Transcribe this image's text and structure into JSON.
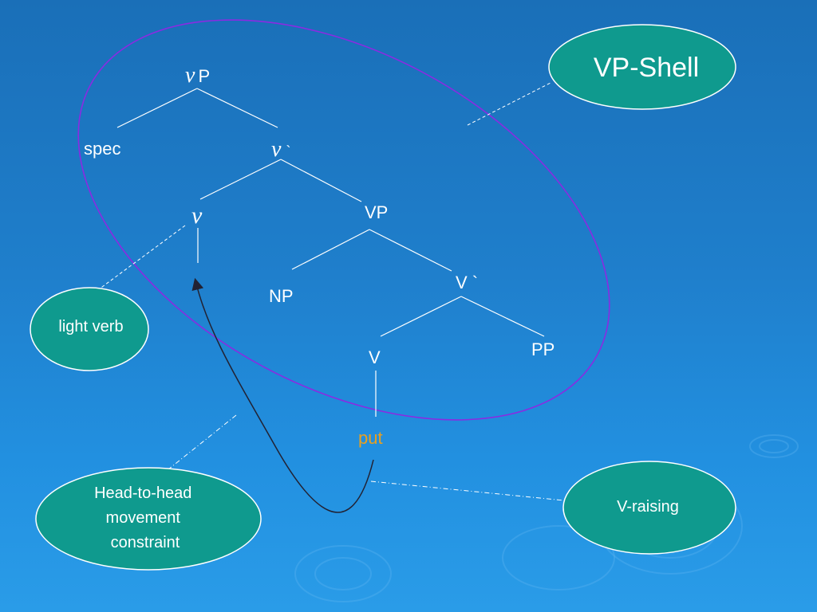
{
  "tree": {
    "vP": {
      "italic": "v",
      "rest": "P"
    },
    "spec": "spec",
    "vbar": {
      "italic": "v",
      "rest": "`"
    },
    "v": "v",
    "VP": "VP",
    "NP": "NP",
    "Vbar": "V `",
    "V": "V",
    "PP": "PP",
    "put": "put"
  },
  "callouts": {
    "vp_shell": "VP-Shell",
    "light_verb": "light verb",
    "head_to_head": [
      "Head-to-head",
      "movement",
      "constraint"
    ],
    "v_raising": "V-raising"
  },
  "colors": {
    "tree_line": "#ffffff",
    "tree_text": "#ffffff",
    "highlight_text": "#e8a020",
    "ellipse_stroke": "#8a2be2",
    "callout_fill": "#0f9a8e",
    "callout_stroke": "#ffffff",
    "arrow": "#222233"
  }
}
